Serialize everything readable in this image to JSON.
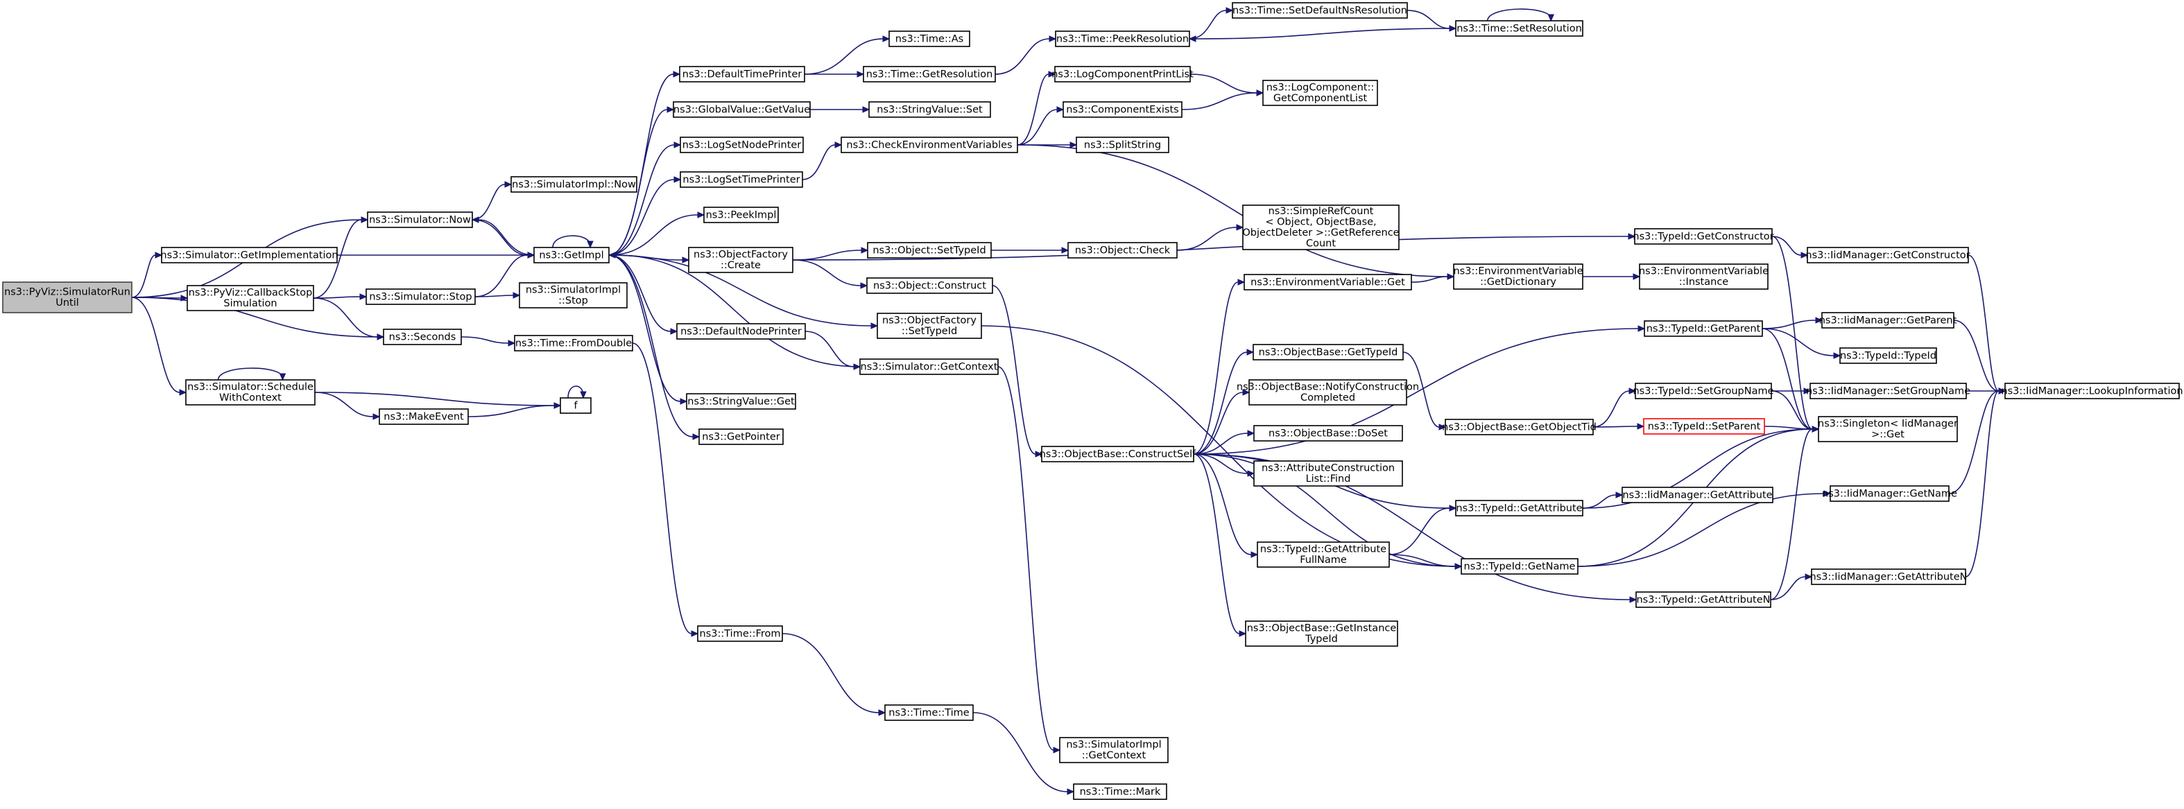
{
  "diagram": {
    "type": "call-graph",
    "edge_color": "#191970",
    "nodes": [
      {
        "id": "root",
        "lines": [
          "ns3::PyViz::SimulatorRun",
          "Until"
        ],
        "style": "root"
      },
      {
        "id": "simNow",
        "lines": [
          "ns3::Simulator::Now"
        ]
      },
      {
        "id": "simGetImpl",
        "lines": [
          "ns3::Simulator::GetImplementation"
        ]
      },
      {
        "id": "cbStop",
        "lines": [
          "ns3::PyViz::CallbackStop",
          "Simulation"
        ]
      },
      {
        "id": "seconds",
        "lines": [
          "ns3::Seconds"
        ]
      },
      {
        "id": "sched",
        "lines": [
          "ns3::Simulator::Schedule",
          "WithContext"
        ]
      },
      {
        "id": "simImplNow",
        "lines": [
          "ns3::SimulatorImpl::Now"
        ]
      },
      {
        "id": "getImpl",
        "lines": [
          "ns3::GetImpl"
        ]
      },
      {
        "id": "simStop",
        "lines": [
          "ns3::Simulator::Stop"
        ]
      },
      {
        "id": "simImplStop",
        "lines": [
          "ns3::SimulatorImpl",
          "::Stop"
        ]
      },
      {
        "id": "fromDouble",
        "lines": [
          "ns3::Time::FromDouble"
        ]
      },
      {
        "id": "makeEvent",
        "lines": [
          "ns3::MakeEvent"
        ]
      },
      {
        "id": "f",
        "lines": [
          "f"
        ]
      },
      {
        "id": "defTimePrinter",
        "lines": [
          "ns3::DefaultTimePrinter"
        ]
      },
      {
        "id": "gvGetValue",
        "lines": [
          "ns3::GlobalValue::GetValue"
        ]
      },
      {
        "id": "logSetNode",
        "lines": [
          "ns3::LogSetNodePrinter"
        ]
      },
      {
        "id": "logSetTime",
        "lines": [
          "ns3::LogSetTimePrinter"
        ]
      },
      {
        "id": "peekImpl",
        "lines": [
          "ns3::PeekImpl"
        ]
      },
      {
        "id": "ofCreate",
        "lines": [
          "ns3::ObjectFactory",
          "::Create"
        ]
      },
      {
        "id": "defNodePrinter",
        "lines": [
          "ns3::DefaultNodePrinter"
        ]
      },
      {
        "id": "svGet",
        "lines": [
          "ns3::StringValue::Get"
        ]
      },
      {
        "id": "getPointer",
        "lines": [
          "ns3::GetPointer"
        ]
      },
      {
        "id": "timeFrom",
        "lines": [
          "ns3::Time::From"
        ]
      },
      {
        "id": "timeAs",
        "lines": [
          "ns3::Time::As"
        ]
      },
      {
        "id": "timeGetRes",
        "lines": [
          "ns3::Time::GetResolution"
        ]
      },
      {
        "id": "svSet",
        "lines": [
          "ns3::StringValue::Set"
        ]
      },
      {
        "id": "checkEnv",
        "lines": [
          "ns3::CheckEnvironmentVariables"
        ]
      },
      {
        "id": "objSetTypeId",
        "lines": [
          "ns3::Object::SetTypeId"
        ]
      },
      {
        "id": "objConstruct",
        "lines": [
          "ns3::Object::Construct"
        ]
      },
      {
        "id": "ofSetTypeId",
        "lines": [
          "ns3::ObjectFactory",
          "::SetTypeId"
        ]
      },
      {
        "id": "simGetContext",
        "lines": [
          "ns3::Simulator::GetContext"
        ]
      },
      {
        "id": "timeTime",
        "lines": [
          "ns3::Time::Time"
        ]
      },
      {
        "id": "simImplGetCtx",
        "lines": [
          "ns3::SimulatorImpl",
          "::GetContext"
        ]
      },
      {
        "id": "timeMark",
        "lines": [
          "ns3::Time::Mark"
        ]
      },
      {
        "id": "peekRes",
        "lines": [
          "ns3::Time::PeekResolution"
        ]
      },
      {
        "id": "logCompPrint",
        "lines": [
          "ns3::LogComponentPrintList"
        ]
      },
      {
        "id": "compExists",
        "lines": [
          "ns3::ComponentExists"
        ]
      },
      {
        "id": "splitString",
        "lines": [
          "ns3::SplitString"
        ]
      },
      {
        "id": "objCheck",
        "lines": [
          "ns3::Object::Check"
        ]
      },
      {
        "id": "constructSelf",
        "lines": [
          "ns3::ObjectBase::ConstructSelf"
        ]
      },
      {
        "id": "setDefaultNs",
        "lines": [
          "ns3::Time::SetDefaultNsResolution"
        ]
      },
      {
        "id": "logCompGetList",
        "lines": [
          "ns3::LogComponent::",
          "GetComponentList"
        ]
      },
      {
        "id": "simpleRef",
        "lines": [
          "ns3::SimpleRefCount",
          "< Object, ObjectBase,",
          "ObjectDeleter >::GetReference",
          "Count"
        ]
      },
      {
        "id": "envGet",
        "lines": [
          "ns3::EnvironmentVariable::Get"
        ]
      },
      {
        "id": "obGetTypeId",
        "lines": [
          "ns3::ObjectBase::GetTypeId"
        ]
      },
      {
        "id": "obNotify",
        "lines": [
          "ns3::ObjectBase::NotifyConstruction",
          "Completed"
        ]
      },
      {
        "id": "obDoSet",
        "lines": [
          "ns3::ObjectBase::DoSet"
        ]
      },
      {
        "id": "attrFind",
        "lines": [
          "ns3::AttributeConstruction",
          "List::Find"
        ]
      },
      {
        "id": "tidGetAttrFull",
        "lines": [
          "ns3::TypeId::GetAttribute",
          "FullName"
        ]
      },
      {
        "id": "obGetInstance",
        "lines": [
          "ns3::ObjectBase::GetInstance",
          "TypeId"
        ]
      },
      {
        "id": "setResolution",
        "lines": [
          "ns3::Time::SetResolution"
        ]
      },
      {
        "id": "envGetDict",
        "lines": [
          "ns3::EnvironmentVariable",
          "::GetDictionary"
        ]
      },
      {
        "id": "obGetObjectTid",
        "lines": [
          "ns3::ObjectBase::GetObjectTid"
        ]
      },
      {
        "id": "tidGetAttr",
        "lines": [
          "ns3::TypeId::GetAttribute"
        ]
      },
      {
        "id": "tidGetName",
        "lines": [
          "ns3::TypeId::GetName"
        ]
      },
      {
        "id": "tidGetCtor",
        "lines": [
          "ns3::TypeId::GetConstructor"
        ]
      },
      {
        "id": "envInstance",
        "lines": [
          "ns3::EnvironmentVariable",
          "::Instance"
        ]
      },
      {
        "id": "tidGetParent",
        "lines": [
          "ns3::TypeId::GetParent"
        ]
      },
      {
        "id": "tidSetGroup",
        "lines": [
          "ns3::TypeId::SetGroupName"
        ]
      },
      {
        "id": "tidSetParent",
        "lines": [
          "ns3::TypeId::SetParent"
        ],
        "style": "red"
      },
      {
        "id": "tidGetAttrN",
        "lines": [
          "ns3::TypeId::GetAttributeN"
        ]
      },
      {
        "id": "iidGetCtor",
        "lines": [
          "ns3::IidManager::GetConstructor"
        ]
      },
      {
        "id": "iidGetParent",
        "lines": [
          "ns3::IidManager::GetParent"
        ]
      },
      {
        "id": "tidTypeId",
        "lines": [
          "ns3::TypeId::TypeId"
        ]
      },
      {
        "id": "iidSetGroup",
        "lines": [
          "ns3::IidManager::SetGroupName"
        ]
      },
      {
        "id": "singletonGet",
        "lines": [
          "ns3::Singleton< IidManager",
          " >::Get"
        ]
      },
      {
        "id": "iidGetAttr",
        "lines": [
          "ns3::IidManager::GetAttribute"
        ]
      },
      {
        "id": "iidGetName",
        "lines": [
          "ns3::IidManager::GetName"
        ]
      },
      {
        "id": "iidGetAttrN",
        "lines": [
          "ns3::IidManager::GetAttributeN"
        ]
      },
      {
        "id": "iidLookup",
        "lines": [
          "ns3::IidManager::LookupInformation"
        ]
      }
    ],
    "edges": [
      [
        "root",
        "simNow"
      ],
      [
        "root",
        "simGetImpl"
      ],
      [
        "root",
        "cbStop"
      ],
      [
        "root",
        "seconds"
      ],
      [
        "root",
        "sched"
      ],
      [
        "simNow",
        "simImplNow"
      ],
      [
        "simNow",
        "getImpl"
      ],
      [
        "simGetImpl",
        "getImpl"
      ],
      [
        "cbStop",
        "simNow"
      ],
      [
        "cbStop",
        "simStop"
      ],
      [
        "cbStop",
        "seconds"
      ],
      [
        "seconds",
        "fromDouble"
      ],
      [
        "sched",
        "sched"
      ],
      [
        "sched",
        "f"
      ],
      [
        "sched",
        "makeEvent"
      ],
      [
        "simStop",
        "getImpl"
      ],
      [
        "simStop",
        "simImplStop"
      ],
      [
        "fromDouble",
        "timeFrom"
      ],
      [
        "makeEvent",
        "f"
      ],
      [
        "f",
        "f"
      ],
      [
        "getImpl",
        "simNow"
      ],
      [
        "getImpl",
        "defTimePrinter"
      ],
      [
        "getImpl",
        "gvGetValue"
      ],
      [
        "getImpl",
        "logSetNode"
      ],
      [
        "getImpl",
        "logSetTime"
      ],
      [
        "getImpl",
        "peekImpl"
      ],
      [
        "getImpl",
        "ofCreate"
      ],
      [
        "getImpl",
        "ofSetTypeId"
      ],
      [
        "getImpl",
        "defNodePrinter"
      ],
      [
        "getImpl",
        "svGet"
      ],
      [
        "getImpl",
        "getPointer"
      ],
      [
        "getImpl",
        "getImpl"
      ],
      [
        "simGetContext",
        "getImpl"
      ],
      [
        "simGetContext",
        "simImplGetCtx"
      ],
      [
        "defTimePrinter",
        "timeAs"
      ],
      [
        "defTimePrinter",
        "timeGetRes"
      ],
      [
        "timeGetRes",
        "peekRes"
      ],
      [
        "gvGetValue",
        "svSet"
      ],
      [
        "logSetTime",
        "checkEnv"
      ],
      [
        "ofCreate",
        "objSetTypeId"
      ],
      [
        "ofCreate",
        "objConstruct"
      ],
      [
        "ofCreate",
        "tidGetCtor"
      ],
      [
        "defNodePrinter",
        "simGetContext"
      ],
      [
        "ofSetTypeId",
        "tidGetName"
      ],
      [
        "timeFrom",
        "timeTime"
      ],
      [
        "timeTime",
        "timeMark"
      ],
      [
        "checkEnv",
        "logCompPrint"
      ],
      [
        "checkEnv",
        "compExists"
      ],
      [
        "checkEnv",
        "splitString"
      ],
      [
        "checkEnv",
        "envGetDict"
      ],
      [
        "objSetTypeId",
        "objCheck"
      ],
      [
        "objCheck",
        "simpleRef"
      ],
      [
        "objConstruct",
        "constructSelf"
      ],
      [
        "logCompPrint",
        "logCompGetList"
      ],
      [
        "compExists",
        "logCompGetList"
      ],
      [
        "peekRes",
        "setDefaultNs"
      ],
      [
        "setDefaultNs",
        "setResolution"
      ],
      [
        "setResolution",
        "setResolution"
      ],
      [
        "setResolution",
        "peekRes"
      ],
      [
        "constructSelf",
        "envGet"
      ],
      [
        "constructSelf",
        "obGetTypeId"
      ],
      [
        "constructSelf",
        "obNotify"
      ],
      [
        "constructSelf",
        "obDoSet"
      ],
      [
        "constructSelf",
        "attrFind"
      ],
      [
        "constructSelf",
        "tidGetAttrFull"
      ],
      [
        "constructSelf",
        "obGetInstance"
      ],
      [
        "constructSelf",
        "tidGetParent"
      ],
      [
        "constructSelf",
        "tidGetAttr"
      ],
      [
        "constructSelf",
        "tidGetName"
      ],
      [
        "constructSelf",
        "tidGetAttrN"
      ],
      [
        "envGet",
        "envGetDict"
      ],
      [
        "envGetDict",
        "envInstance"
      ],
      [
        "obGetTypeId",
        "obGetObjectTid"
      ],
      [
        "obGetObjectTid",
        "tidSetGroup"
      ],
      [
        "obGetObjectTid",
        "tidSetParent"
      ],
      [
        "tidGetAttrFull",
        "tidGetAttr"
      ],
      [
        "tidGetAttrFull",
        "tidGetName"
      ],
      [
        "tidGetAttr",
        "singletonGet"
      ],
      [
        "tidGetAttr",
        "iidGetAttr"
      ],
      [
        "tidGetName",
        "singletonGet"
      ],
      [
        "tidGetName",
        "iidGetName"
      ],
      [
        "tidGetCtor",
        "singletonGet"
      ],
      [
        "tidGetCtor",
        "iidGetCtor"
      ],
      [
        "tidGetParent",
        "singletonGet"
      ],
      [
        "tidGetParent",
        "iidGetParent"
      ],
      [
        "tidGetParent",
        "tidTypeId"
      ],
      [
        "tidSetGroup",
        "singletonGet"
      ],
      [
        "tidSetGroup",
        "iidSetGroup"
      ],
      [
        "tidSetParent",
        "singletonGet"
      ],
      [
        "tidGetAttrN",
        "singletonGet"
      ],
      [
        "tidGetAttrN",
        "iidGetAttrN"
      ],
      [
        "iidGetCtor",
        "iidLookup"
      ],
      [
        "iidGetParent",
        "iidLookup"
      ],
      [
        "iidSetGroup",
        "iidLookup"
      ],
      [
        "iidGetName",
        "iidLookup"
      ],
      [
        "iidGetAttrN",
        "iidLookup"
      ]
    ]
  }
}
